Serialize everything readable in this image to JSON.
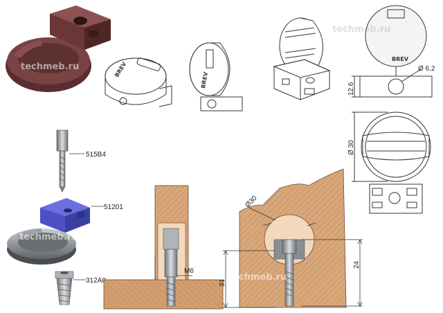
{
  "watermark": "techmeb.ru",
  "brand_mark": "BREV",
  "parts": {
    "bolt": "515B4",
    "insert": "51201",
    "sleeve": "312A0"
  },
  "dimensions": {
    "cap_hole_diameter": "Ø 6.2",
    "cap_height": "12.6",
    "cap_diameter": "Ø 30",
    "thread": "M6",
    "depth_total": "31",
    "depth_pocket": "24",
    "pocket_diameter": "Ø30"
  },
  "colors": {
    "brown_part": "#6e3a3a",
    "blue_part": "#5a5fd0",
    "wood": "#d8a77a",
    "line": "#333333"
  }
}
